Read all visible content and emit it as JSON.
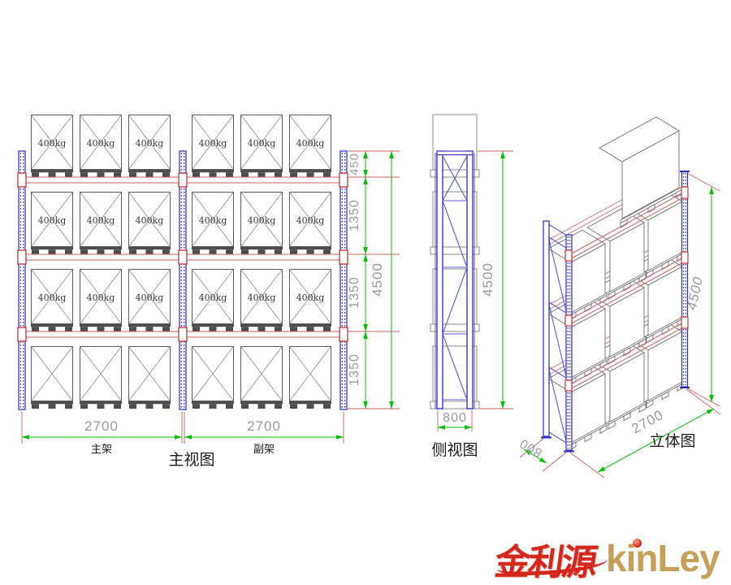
{
  "drawing": {
    "front_view": {
      "title": "主视图",
      "load_label": "400kg",
      "bay1": {
        "width": "2700",
        "name": "主架"
      },
      "bay2": {
        "width": "2700",
        "name": "副架"
      },
      "dims": {
        "top_offset": "450",
        "level_pitch": "1350",
        "total_height": "4500"
      }
    },
    "side_view": {
      "title": "侧视图",
      "depth": "800",
      "total_height": "4500"
    },
    "iso_view": {
      "title": "立体图",
      "length": "2700",
      "depth": "800",
      "total_height": "4500"
    }
  },
  "logo": {
    "brand_cn": "金利源",
    "brand_en": "kinLey"
  },
  "colors": {
    "post_blue": "#2a2ac8",
    "beam_red": "#cc6060",
    "connector_red": "#cc2222",
    "dim_green": "#00c000",
    "dim_text_gray": "#9a9a9a",
    "pallet_gray": "#4d4d4d",
    "logo_red": "#d5281c",
    "logo_gold": "#c7a058"
  }
}
